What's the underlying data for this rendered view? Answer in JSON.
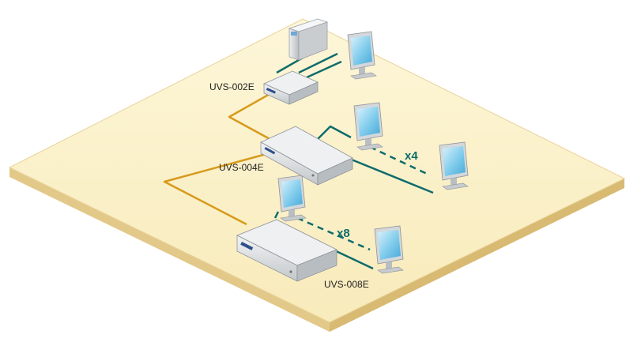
{
  "devices": {
    "uvs_002e": {
      "label": "UVS-002E"
    },
    "uvs_004e": {
      "label": "UVS-004E",
      "multiplier": "x4"
    },
    "uvs_008e": {
      "label": "UVS-008E",
      "multiplier": "x8"
    }
  },
  "colors": {
    "platform_top": "#fbf1c8",
    "platform_side": "#ead39a",
    "cascade_cable": "#d79a1b",
    "video_cable": "#0f6c6c",
    "device_body": "#d6d9db",
    "monitor_screen": "#8fd3f0"
  },
  "icons": [
    "server-tower-icon",
    "monitor-icon",
    "kvm-switch-icon"
  ]
}
